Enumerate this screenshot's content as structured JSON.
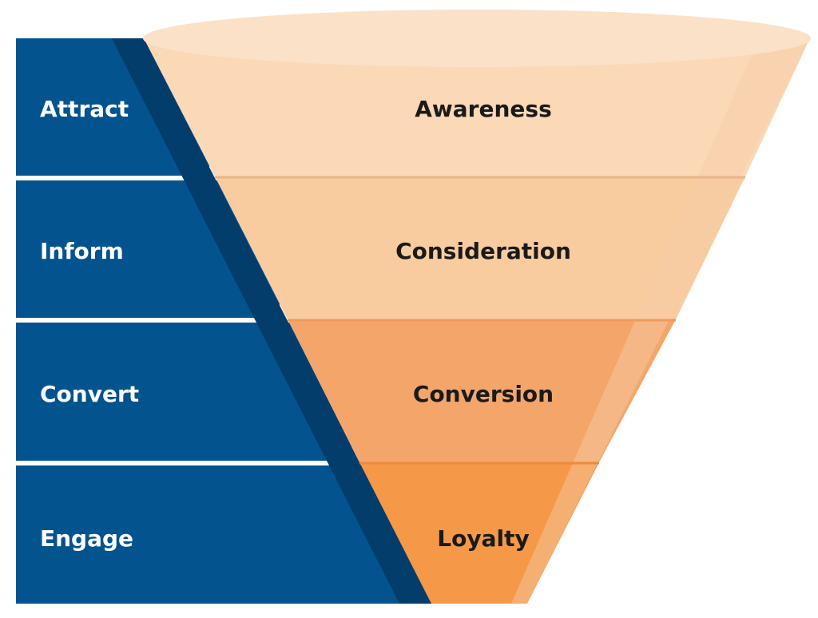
{
  "colors": {
    "left_panel": "#03538f",
    "left_shadow": "#023d6b",
    "label_light": "#ffffff",
    "label_dark": "#1a1a1a",
    "funnel_rim": "#fbe1c7",
    "funnel_side": "#f6cda6"
  },
  "stages": [
    {
      "action": "Attract",
      "phase": "Awareness",
      "color": "#fbd8b6"
    },
    {
      "action": "Inform",
      "phase": "Consideration",
      "color": "#f9cca0"
    },
    {
      "action": "Convert",
      "phase": "Conversion",
      "color": "#f4a66a"
    },
    {
      "action": "Engage",
      "phase": "Loyalty",
      "color": "#f59848"
    }
  ]
}
